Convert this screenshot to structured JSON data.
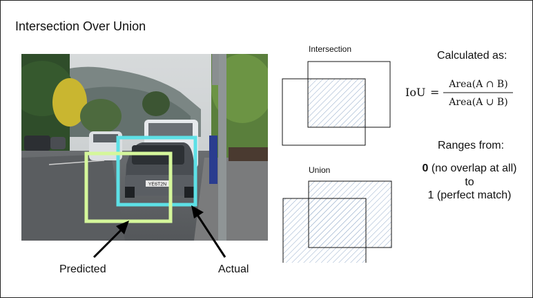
{
  "title": "Intersection Over Union",
  "photo_labels": {
    "predicted": "Predicted",
    "actual": "Actual",
    "plate": "YE6T2N"
  },
  "diagrams": {
    "intersection_label": "Intersection",
    "union_label": "Union"
  },
  "calculation": {
    "heading": "Calculated as:",
    "formula_lhs": "IoU",
    "formula_eq": "=",
    "numerator": "Area(A ∩ B)",
    "denominator": "Area(A ∪ B)"
  },
  "range": {
    "heading": "Ranges from:",
    "zero_value": "0",
    "zero_text": " (no overlap at all)",
    "to": "to",
    "one_text": "1 (perfect match)"
  },
  "colors": {
    "predicted_box": "#d5f79b",
    "actual_box": "#5de0e6",
    "hatch": "#8fa8c8",
    "frame": "#222222"
  }
}
